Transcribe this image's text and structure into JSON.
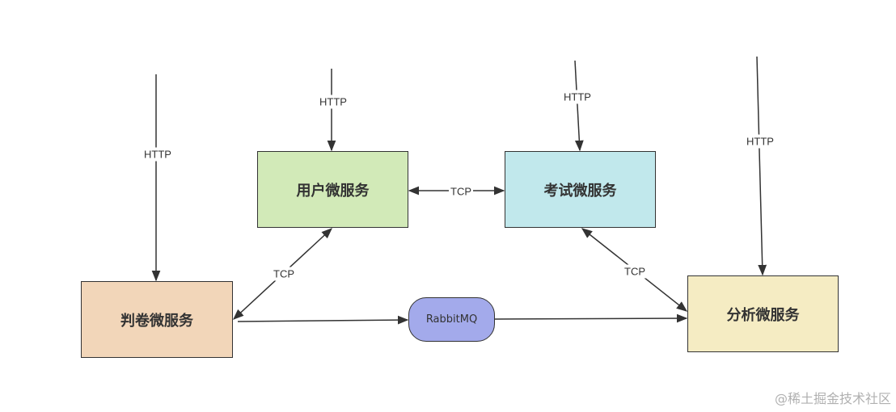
{
  "diagram": {
    "nodes": [
      {
        "id": "user",
        "label": "用户微服务",
        "fill": "#d2eab8"
      },
      {
        "id": "exam",
        "label": "考试微服务",
        "fill": "#c1e8ec"
      },
      {
        "id": "grading",
        "label": "判卷微服务",
        "fill": "#f2d6b9"
      },
      {
        "id": "analysis",
        "label": "分析微服务",
        "fill": "#f5ecc3"
      },
      {
        "id": "mq",
        "label": "RabbitMQ",
        "fill": "#a3aaeb"
      }
    ],
    "edges": [
      {
        "id": "http-grading",
        "from": "external",
        "to": "grading",
        "label": "HTTP",
        "direction": "one-way"
      },
      {
        "id": "http-user",
        "from": "external",
        "to": "user",
        "label": "HTTP",
        "direction": "one-way"
      },
      {
        "id": "http-exam",
        "from": "external",
        "to": "exam",
        "label": "HTTP",
        "direction": "one-way"
      },
      {
        "id": "http-analysis",
        "from": "external",
        "to": "analysis",
        "label": "HTTP",
        "direction": "one-way"
      },
      {
        "id": "tcp-user-exam",
        "from": "user",
        "to": "exam",
        "label": "TCP",
        "direction": "two-way"
      },
      {
        "id": "tcp-user-grading",
        "from": "user",
        "to": "grading",
        "label": "TCP",
        "direction": "two-way"
      },
      {
        "id": "tcp-exam-analysis",
        "from": "exam",
        "to": "analysis",
        "label": "TCP",
        "direction": "two-way"
      },
      {
        "id": "mq-grading",
        "from": "grading",
        "to": "mq",
        "label": "",
        "direction": "one-way"
      },
      {
        "id": "mq-analysis",
        "from": "mq",
        "to": "analysis",
        "label": "",
        "direction": "one-way"
      }
    ],
    "stroke_color": "#333333"
  },
  "watermark": "@稀土掘金技术社区"
}
